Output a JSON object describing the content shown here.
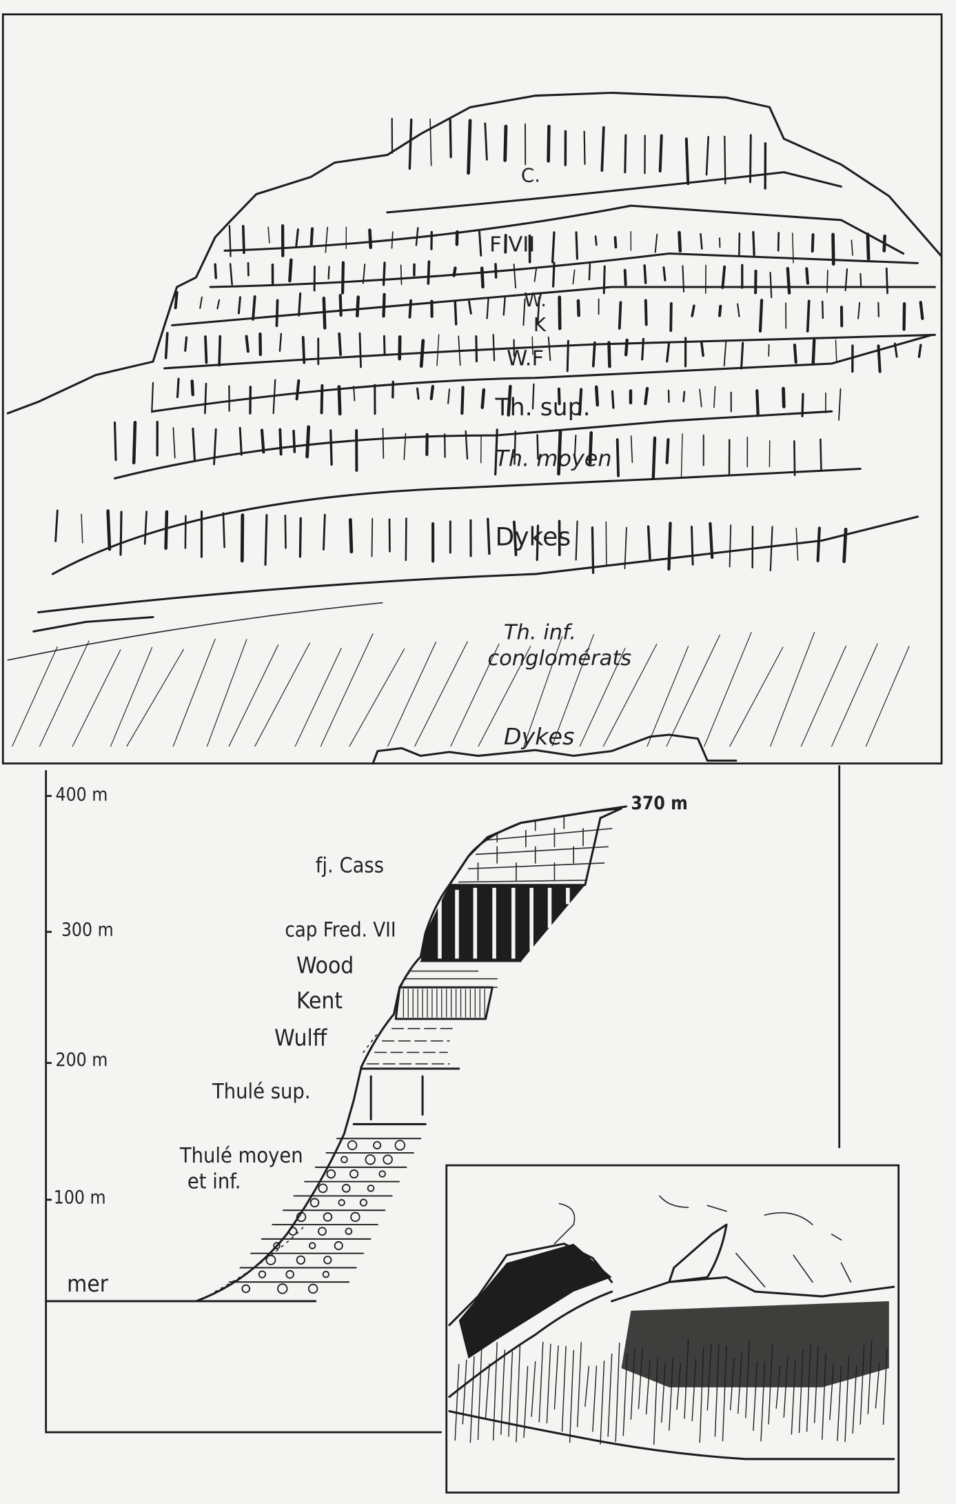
{
  "panorama": {
    "labels": {
      "c": "C.",
      "fvii": "F VII",
      "w": "W.",
      "k": "K",
      "wf": "W.F",
      "th_sup": "Th. sup.",
      "th_moyen": "Th. moyen",
      "dykes_upper": "Dykes",
      "th_inf": "Th. inf.",
      "conglomerats": "conglomérats",
      "dykes_lower": "Dykes"
    }
  },
  "section": {
    "axis_ticks": [
      "400 m",
      "300 m",
      "200 m",
      "100 m"
    ],
    "sea_label": "mer",
    "summit_label": "370 m",
    "layers": [
      "fj. Cass",
      "cap Fred. VII",
      "Wood",
      "Kent",
      "Wulff",
      "Thulé sup.",
      "Thulé moyen",
      "et inf."
    ]
  },
  "colors": {
    "ink": "#1d1d1d",
    "paper": "#f4f4f2"
  }
}
